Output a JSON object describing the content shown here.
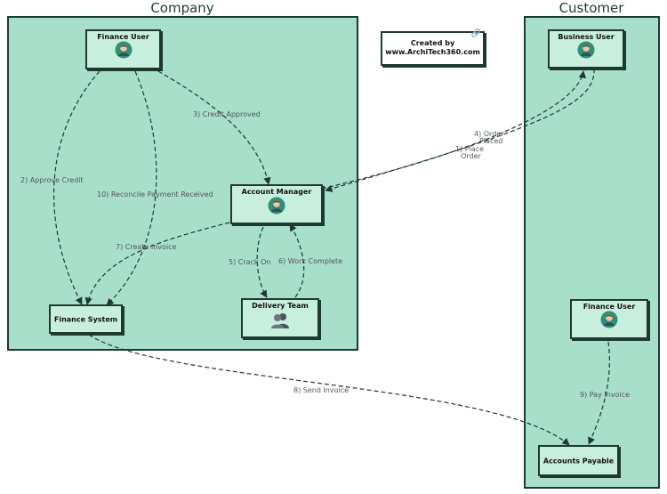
{
  "zones": {
    "company": {
      "title": "Company"
    },
    "customer": {
      "title": "Customer"
    }
  },
  "note": {
    "line1": "Created by",
    "line2": "www.ArchiTech360.com",
    "icon": "link-icon"
  },
  "nodes": {
    "company_finance_user": {
      "label": "Finance User",
      "icon": "user-avatar-icon"
    },
    "account_manager": {
      "label": "Account Manager",
      "icon": "user-avatar-icon"
    },
    "finance_system": {
      "label": "Finance System"
    },
    "delivery_team": {
      "label": "Delivery Team",
      "icon": "team-icon"
    },
    "business_user": {
      "label": "Business User",
      "icon": "user-avatar-icon"
    },
    "customer_finance_user": {
      "label": "Finance User",
      "icon": "user-avatar-icon"
    },
    "accounts_payable": {
      "label": "Accounts Payable"
    }
  },
  "edges": {
    "e1": {
      "line1": "1) Place",
      "line2": "Order"
    },
    "e2": {
      "line1": "2) Approve Credit"
    },
    "e3": {
      "line1": "3) Credit Approved"
    },
    "e4": {
      "line1": "4) Order",
      "line2": "Placed"
    },
    "e5": {
      "line1": "5) Crack On"
    },
    "e6": {
      "line1": "6) Work Complete"
    },
    "e7": {
      "line1": "7) Create Invoice"
    },
    "e8": {
      "line1": "8) Send Invoice"
    },
    "e9": {
      "line1": "9) Pay Invoice"
    },
    "e10": {
      "line1": "10) Reconcile Payment Received"
    }
  },
  "colors": {
    "zone_fill": "#a7dfcb",
    "node_fill": "#c8eede",
    "stroke": "#1e3a30",
    "avatar": "#2e8f7a"
  }
}
